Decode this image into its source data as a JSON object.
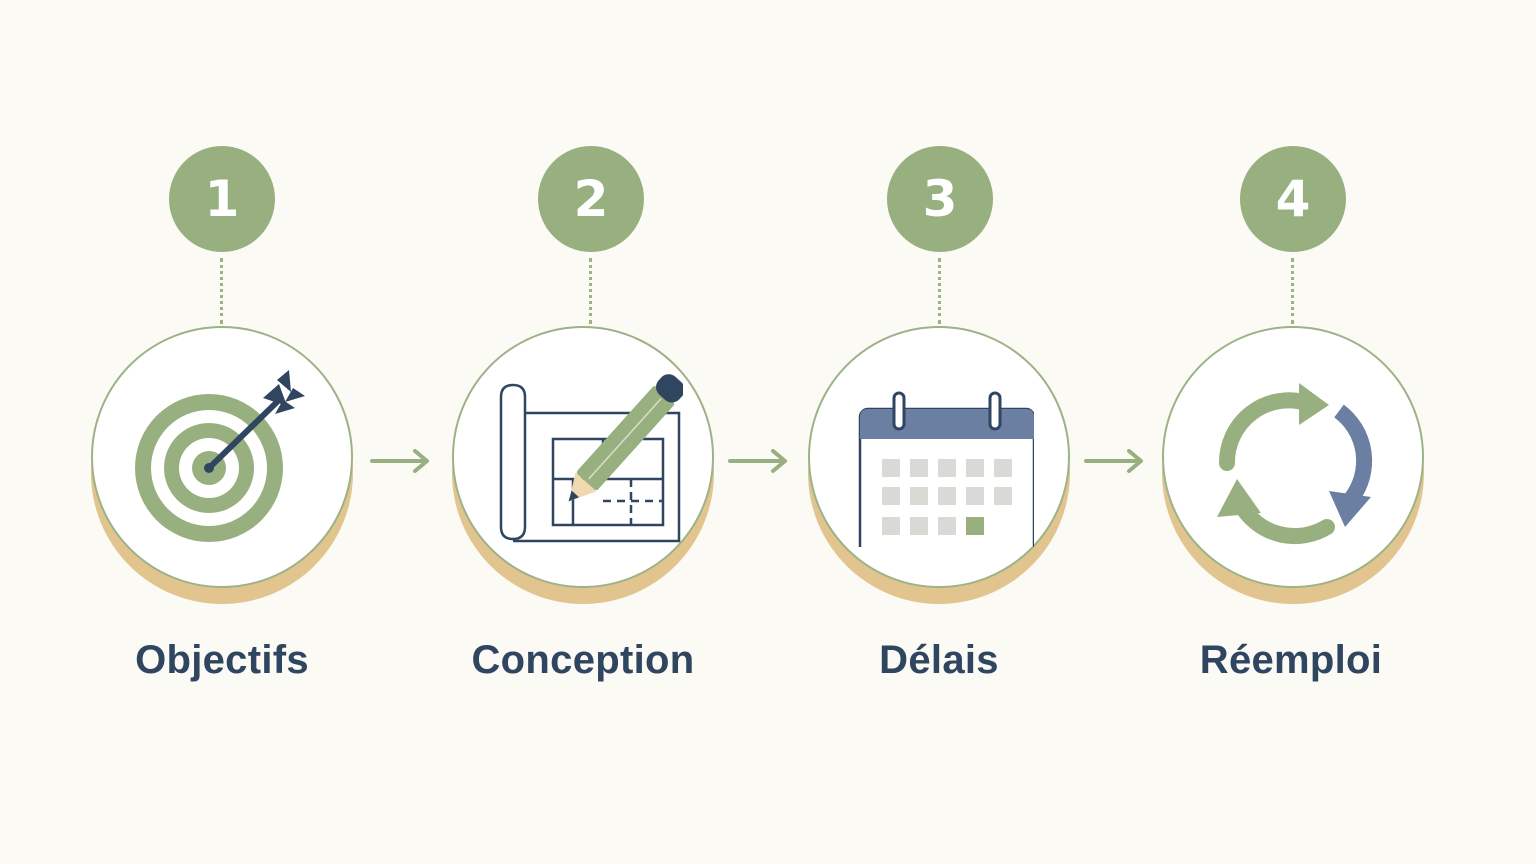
{
  "steps": [
    {
      "number": "1",
      "label": "Objectifs",
      "icon": "target-icon"
    },
    {
      "number": "2",
      "label": "Conception",
      "icon": "blueprint-pencil-icon"
    },
    {
      "number": "3",
      "label": "Délais",
      "icon": "calendar-icon"
    },
    {
      "number": "4",
      "label": "Réemploi",
      "icon": "recycle-arrows-icon"
    }
  ],
  "colors": {
    "background": "#fbfaf5",
    "accent_green": "#98b07f",
    "navy": "#2f4560",
    "slate_blue": "#6b7fa2",
    "wood": "#e2c48f"
  }
}
